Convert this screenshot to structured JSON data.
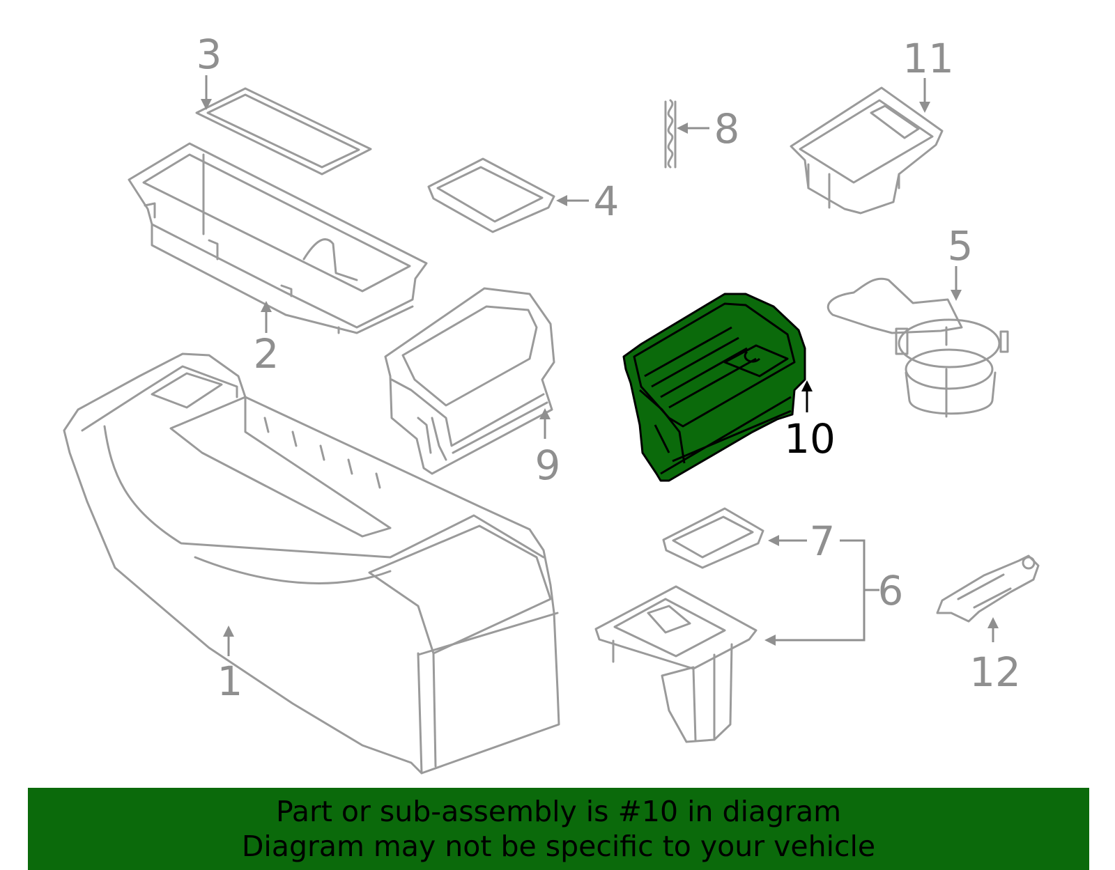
{
  "callouts": {
    "c1": "1",
    "c2": "2",
    "c3": "3",
    "c4": "4",
    "c5": "5",
    "c6": "6",
    "c7": "7",
    "c8": "8",
    "c9": "9",
    "c10": "10",
    "c11": "11",
    "c12": "12"
  },
  "highlighted_part": "10",
  "colors": {
    "highlight": "#0b6a0b",
    "linework": "#9a9a9a",
    "banner": "#0b6a0b"
  },
  "banner": {
    "line1": "Part or sub-assembly is #10 in diagram",
    "line2": "Diagram may not be specific to your vehicle"
  }
}
